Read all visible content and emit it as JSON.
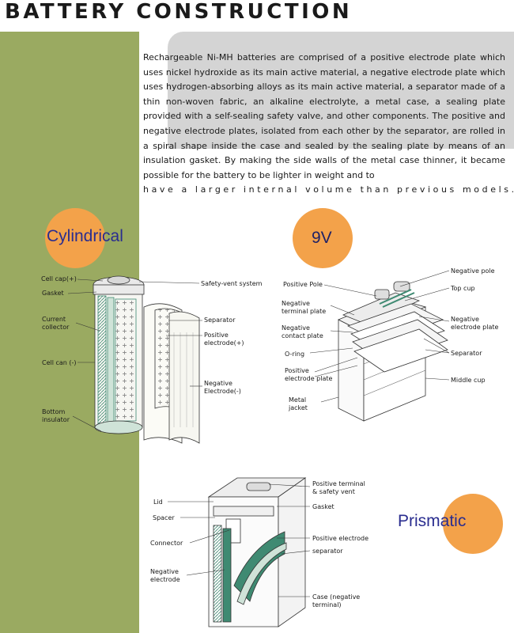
{
  "header": {
    "title": "BATTERY CONSTRUCTION"
  },
  "intro": {
    "text": "Rechargeable Ni-MH batteries are comprised of a positive electrode plate which uses nickel hydroxide as its main active material, a negative electrode plate which uses hydrogen-absorbing alloys as its main active material, a separator made of a thin non-woven fabric, an alkaline electrolyte, a metal case, a sealing plate provided with a self-sealing safety valve, and other components. The positive and negative electrode plates, isolated from each other by the separator, are rolled in a spiral shape inside the case and sealed by the sealing plate by means of an insulation gasket. By making the side walls of the metal case thinner, it became possible for the battery to be lighter in weight and to",
    "tail": "have a larger internal volume than previous models."
  },
  "cylindrical": {
    "title": "Cylindrical",
    "labels": {
      "cell_cap": "Cell cap(+)",
      "gasket": "Gasket",
      "current_collector": "Current\ncollector",
      "cell_can": "Cell can (-)",
      "bottom_insulator": "Bottom\ninsulator",
      "safety_vent": "Safety-vent system",
      "separator": "Separator",
      "positive_electrode": "Positive\nelectrode(+)",
      "negative_electrode": "Negative\nElectrode(-)"
    }
  },
  "nine_volt": {
    "title": "9V",
    "labels": {
      "positive_pole": "Positive Pole",
      "negative_terminal_plate": "Negative\nterminal plate",
      "negative_contact_plate": "Negative\ncontact plate",
      "o_ring": "O-ring",
      "positive_electrode_plate": "Positive\nelectrode plate",
      "metal_jacket": "Metal\njacket",
      "negative_pole": "Negative pole",
      "top_cup": "Top cup",
      "negative_electrode_plate": "Negative\nelectrode plate",
      "separator": "Separator",
      "middle_cup": "Middle cup"
    }
  },
  "prismatic": {
    "title": "Prismatic",
    "labels": {
      "lid": "Lid",
      "spacer": "Spacer",
      "connector": "Connector",
      "negative_electrode": "Negative\nelectrode",
      "positive_terminal": "Positive terminal\n& safety vent",
      "gasket": "Gasket",
      "positive_electrode": "Positive electrode",
      "separator": "separator",
      "case": "Case (negative\nterminal)"
    }
  },
  "colors": {
    "green_band": "#9aaa61",
    "grey_panel": "#d4d4d4",
    "bubble": "#f3a24a",
    "bubble_text": "#2a2d8f",
    "electrode_green": "#3f8a72"
  }
}
